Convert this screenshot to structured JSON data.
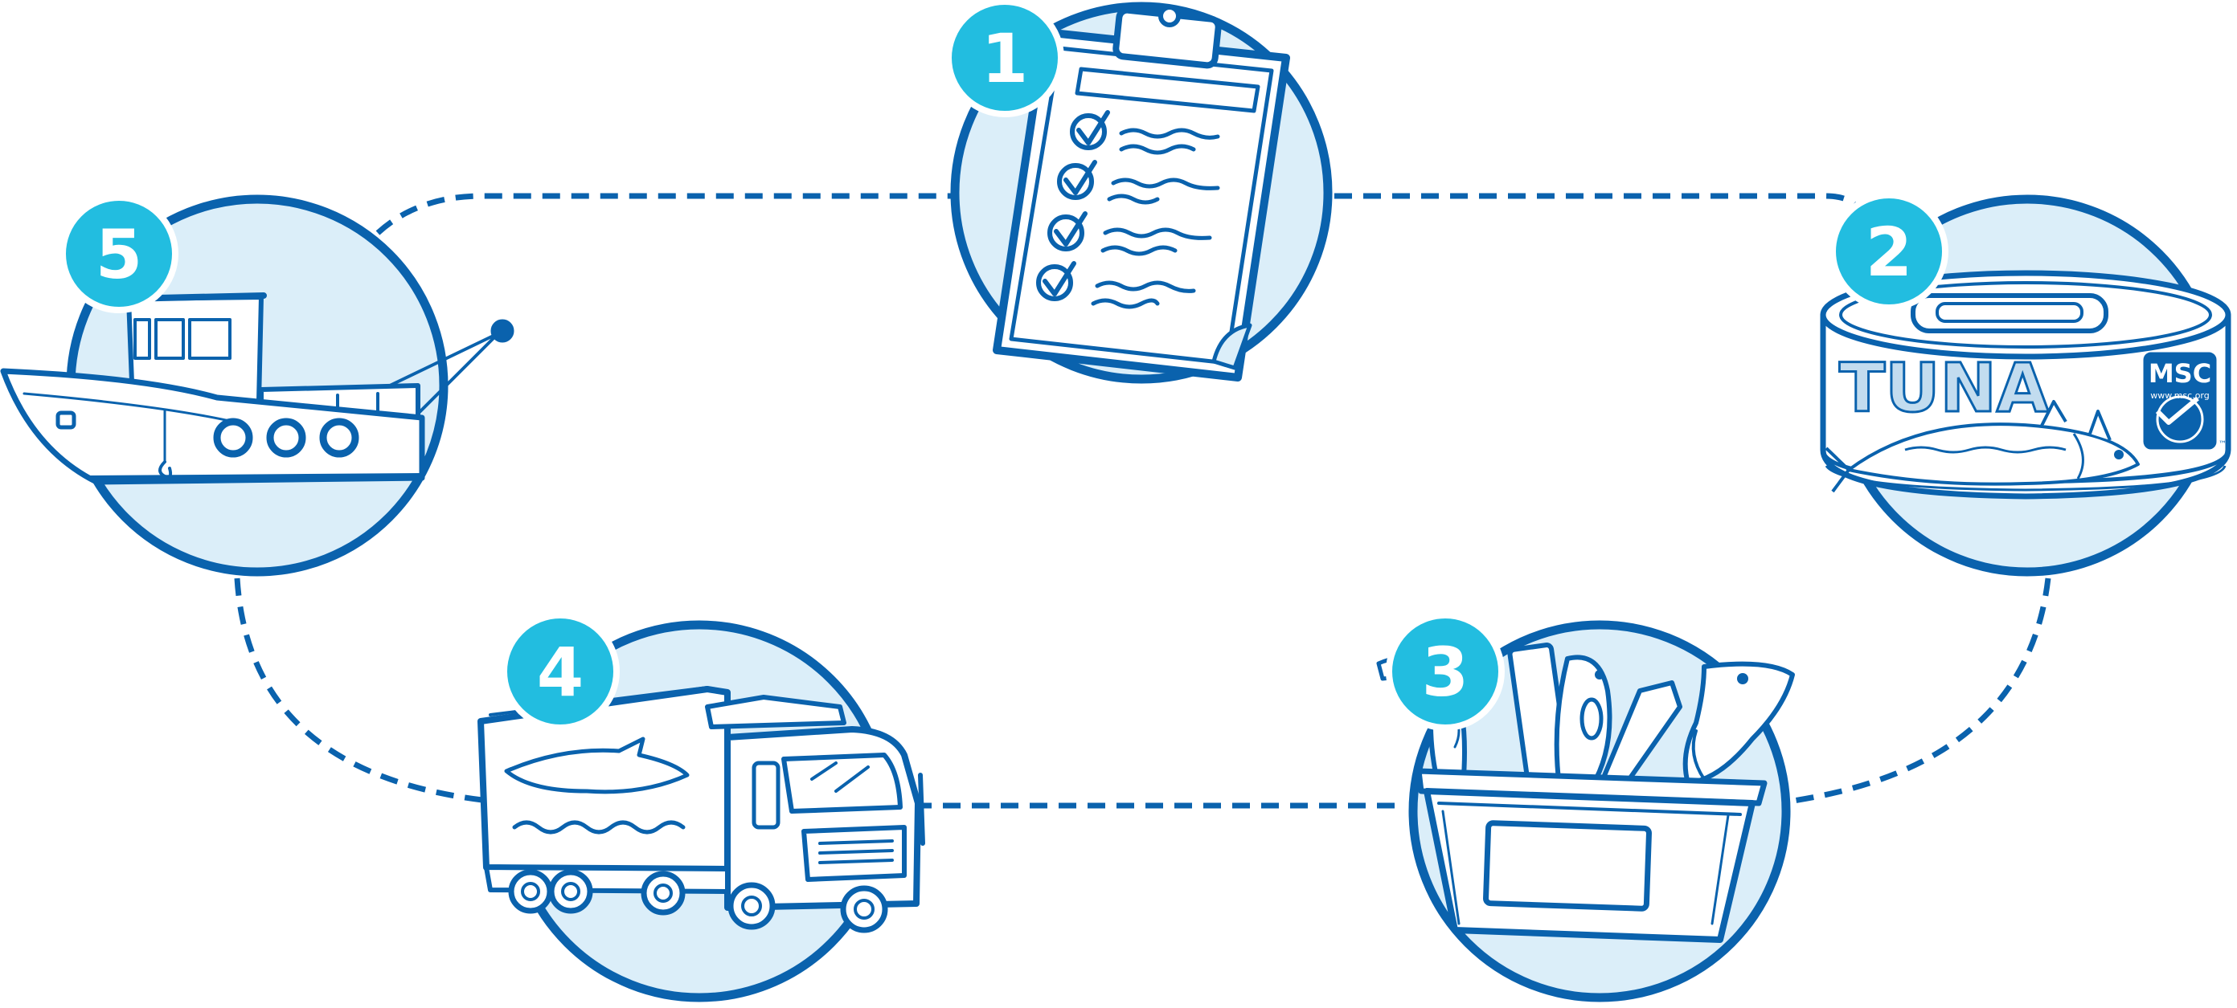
{
  "colors": {
    "primary": "#0a62ad",
    "circle_fill": "#dbeef9",
    "badge": "#22bde0",
    "badge_text": "#ffffff",
    "label_fill": "#c2dcef",
    "white": "#ffffff"
  },
  "steps": [
    {
      "number": "1",
      "icon": "clipboard-checklist-icon"
    },
    {
      "number": "2",
      "icon": "tuna-can-icon"
    },
    {
      "number": "3",
      "icon": "shopping-basket-icon"
    },
    {
      "number": "4",
      "icon": "delivery-truck-icon"
    },
    {
      "number": "5",
      "icon": "fishing-boat-icon"
    }
  ],
  "can": {
    "label": "TUNA",
    "badge_text": "MSC",
    "badge_url": "www.msc.org",
    "tm": "™"
  }
}
